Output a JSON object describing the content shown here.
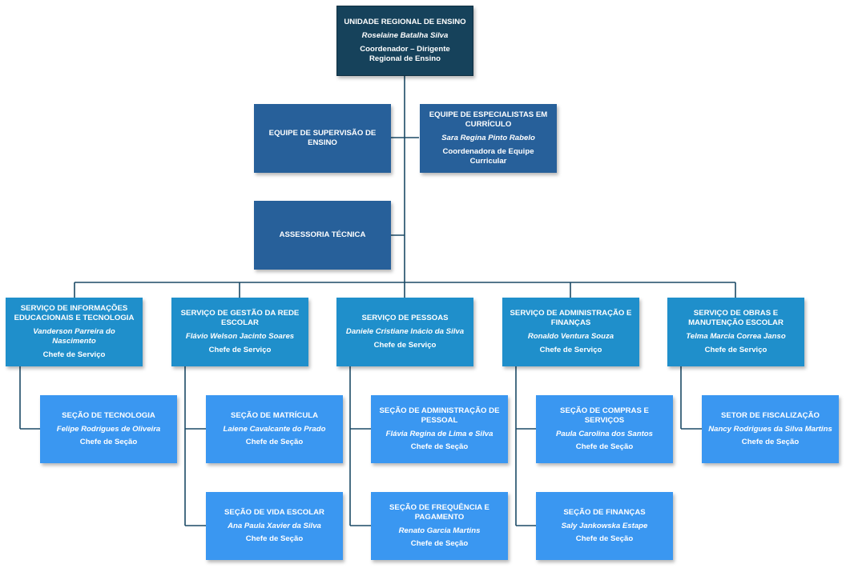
{
  "colors": {
    "top": "#16425b",
    "level2": "#27609a",
    "service": "#1f8fcb",
    "section": "#3a97f1",
    "connector": "#1b4a66"
  },
  "top": {
    "title": "UNIDADE REGIONAL DE ENSINO",
    "name": "Roselaine Batalha Silva",
    "role": "Coordenador – Dirigente Regional de Ensino"
  },
  "supervisao": {
    "title": "EQUIPE DE SUPERVISÃO DE ENSINO"
  },
  "especialistas": {
    "title": "EQUIPE DE ESPECIALISTAS EM CURRÍCULO",
    "name": "Sara Regina Pinto Rabelo",
    "role": "Coordenadora de Equipe Curricular"
  },
  "assessoria": {
    "title": "ASSESSORIA TÉCNICA"
  },
  "services": [
    {
      "title": "SERVIÇO DE INFORMAÇÕES EDUCACIONAIS E TECNOLOGIA",
      "name": "Vanderson Parreira do Nascimento",
      "role": "Chefe de Serviço"
    },
    {
      "title": "SERVIÇO DE GESTÃO DA REDE ESCOLAR",
      "name": "Flávio Welson Jacinto Soares",
      "role": "Chefe de Serviço"
    },
    {
      "title": "SERVIÇO DE PESSOAS",
      "name": "Daniele Cristiane Inácio da Silva",
      "role": "Chefe de Serviço"
    },
    {
      "title": "SERVIÇO DE ADMINISTRAÇÃO E FINANÇAS",
      "name": "Ronaldo Ventura Souza",
      "role": "Chefe de Serviço"
    },
    {
      "title": "SERVIÇO DE OBRAS E MANUTENÇÃO ESCOLAR",
      "name": "Telma Marcia Correa Janso",
      "role": "Chefe de Serviço"
    }
  ],
  "sections": [
    {
      "title": "SEÇÃO DE TECNOLOGIA",
      "name": "Felipe Rodrigues de Oliveira",
      "role": "Chefe de Seção"
    },
    {
      "title": "SEÇÃO DE MATRÍCULA",
      "name": "Laiene Cavalcante do Prado",
      "role": "Chefe de Seção"
    },
    {
      "title": "SEÇÃO DE VIDA ESCOLAR",
      "name": "Ana Paula Xavier da Silva",
      "role": "Chefe de Seção"
    },
    {
      "title": "SEÇÃO DE ADMINISTRAÇÃO DE PESSOAL",
      "name": "Flávia Regina de Lima e Silva",
      "role": "Chefe de Seção"
    },
    {
      "title": "SEÇÃO DE FREQUÊNCIA E PAGAMENTO",
      "name": "Renato Garcia Martins",
      "role": "Chefe de Seção"
    },
    {
      "title": "SEÇÃO DE COMPRAS E SERVIÇOS",
      "name": "Paula Carolina dos Santos",
      "role": "Chefe de Seção"
    },
    {
      "title": "SEÇÃO DE FINANÇAS",
      "name": "Saly Jankowska Estape",
      "role": "Chefe de Seção"
    },
    {
      "title": "SETOR DE FISCALIZAÇÃO",
      "name": "Nancy Rodrigues da Silva Martins",
      "role": "Chefe de Seção"
    }
  ]
}
